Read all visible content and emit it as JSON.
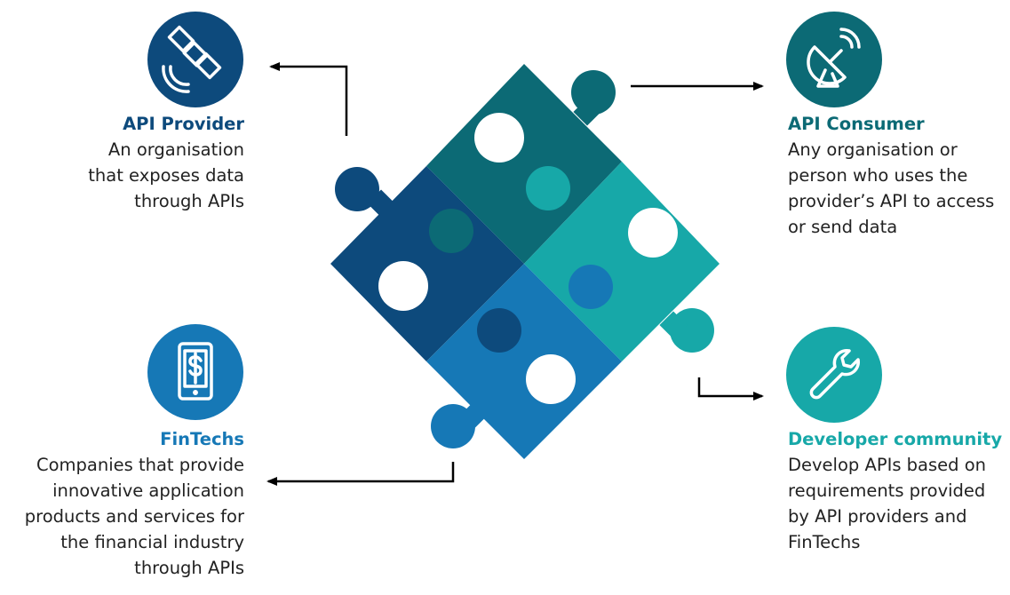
{
  "colors": {
    "navy": "#0d4a7c",
    "teal": "#0c6a75",
    "aqua": "#17a8a8",
    "blue": "#1678b6",
    "text": "#222222",
    "arrow": "#000000"
  },
  "nodes": {
    "provider": {
      "title": "API Provider",
      "lines": [
        "An organisation",
        "that exposes data",
        "through APIs"
      ],
      "icon": "satellite-icon",
      "color": "#0d4a7c"
    },
    "consumer": {
      "title": "API Consumer",
      "lines": [
        "Any organisation or",
        "person who uses the",
        "provider’s API to access",
        "or send data"
      ],
      "icon": "satellite-dish-icon",
      "color": "#0c6a75"
    },
    "fintechs": {
      "title": "FinTechs",
      "lines": [
        "Companies that provide",
        "innovative application",
        "products and services for",
        "the financial industry",
        "through APIs"
      ],
      "icon": "mobile-dollar-icon",
      "color": "#1678b6"
    },
    "developer": {
      "title": "Developer community",
      "lines": [
        "Develop APIs based on",
        "requirements provided",
        "by API providers and",
        "FinTechs"
      ],
      "icon": "wrench-icon",
      "color": "#17a8a8"
    }
  }
}
